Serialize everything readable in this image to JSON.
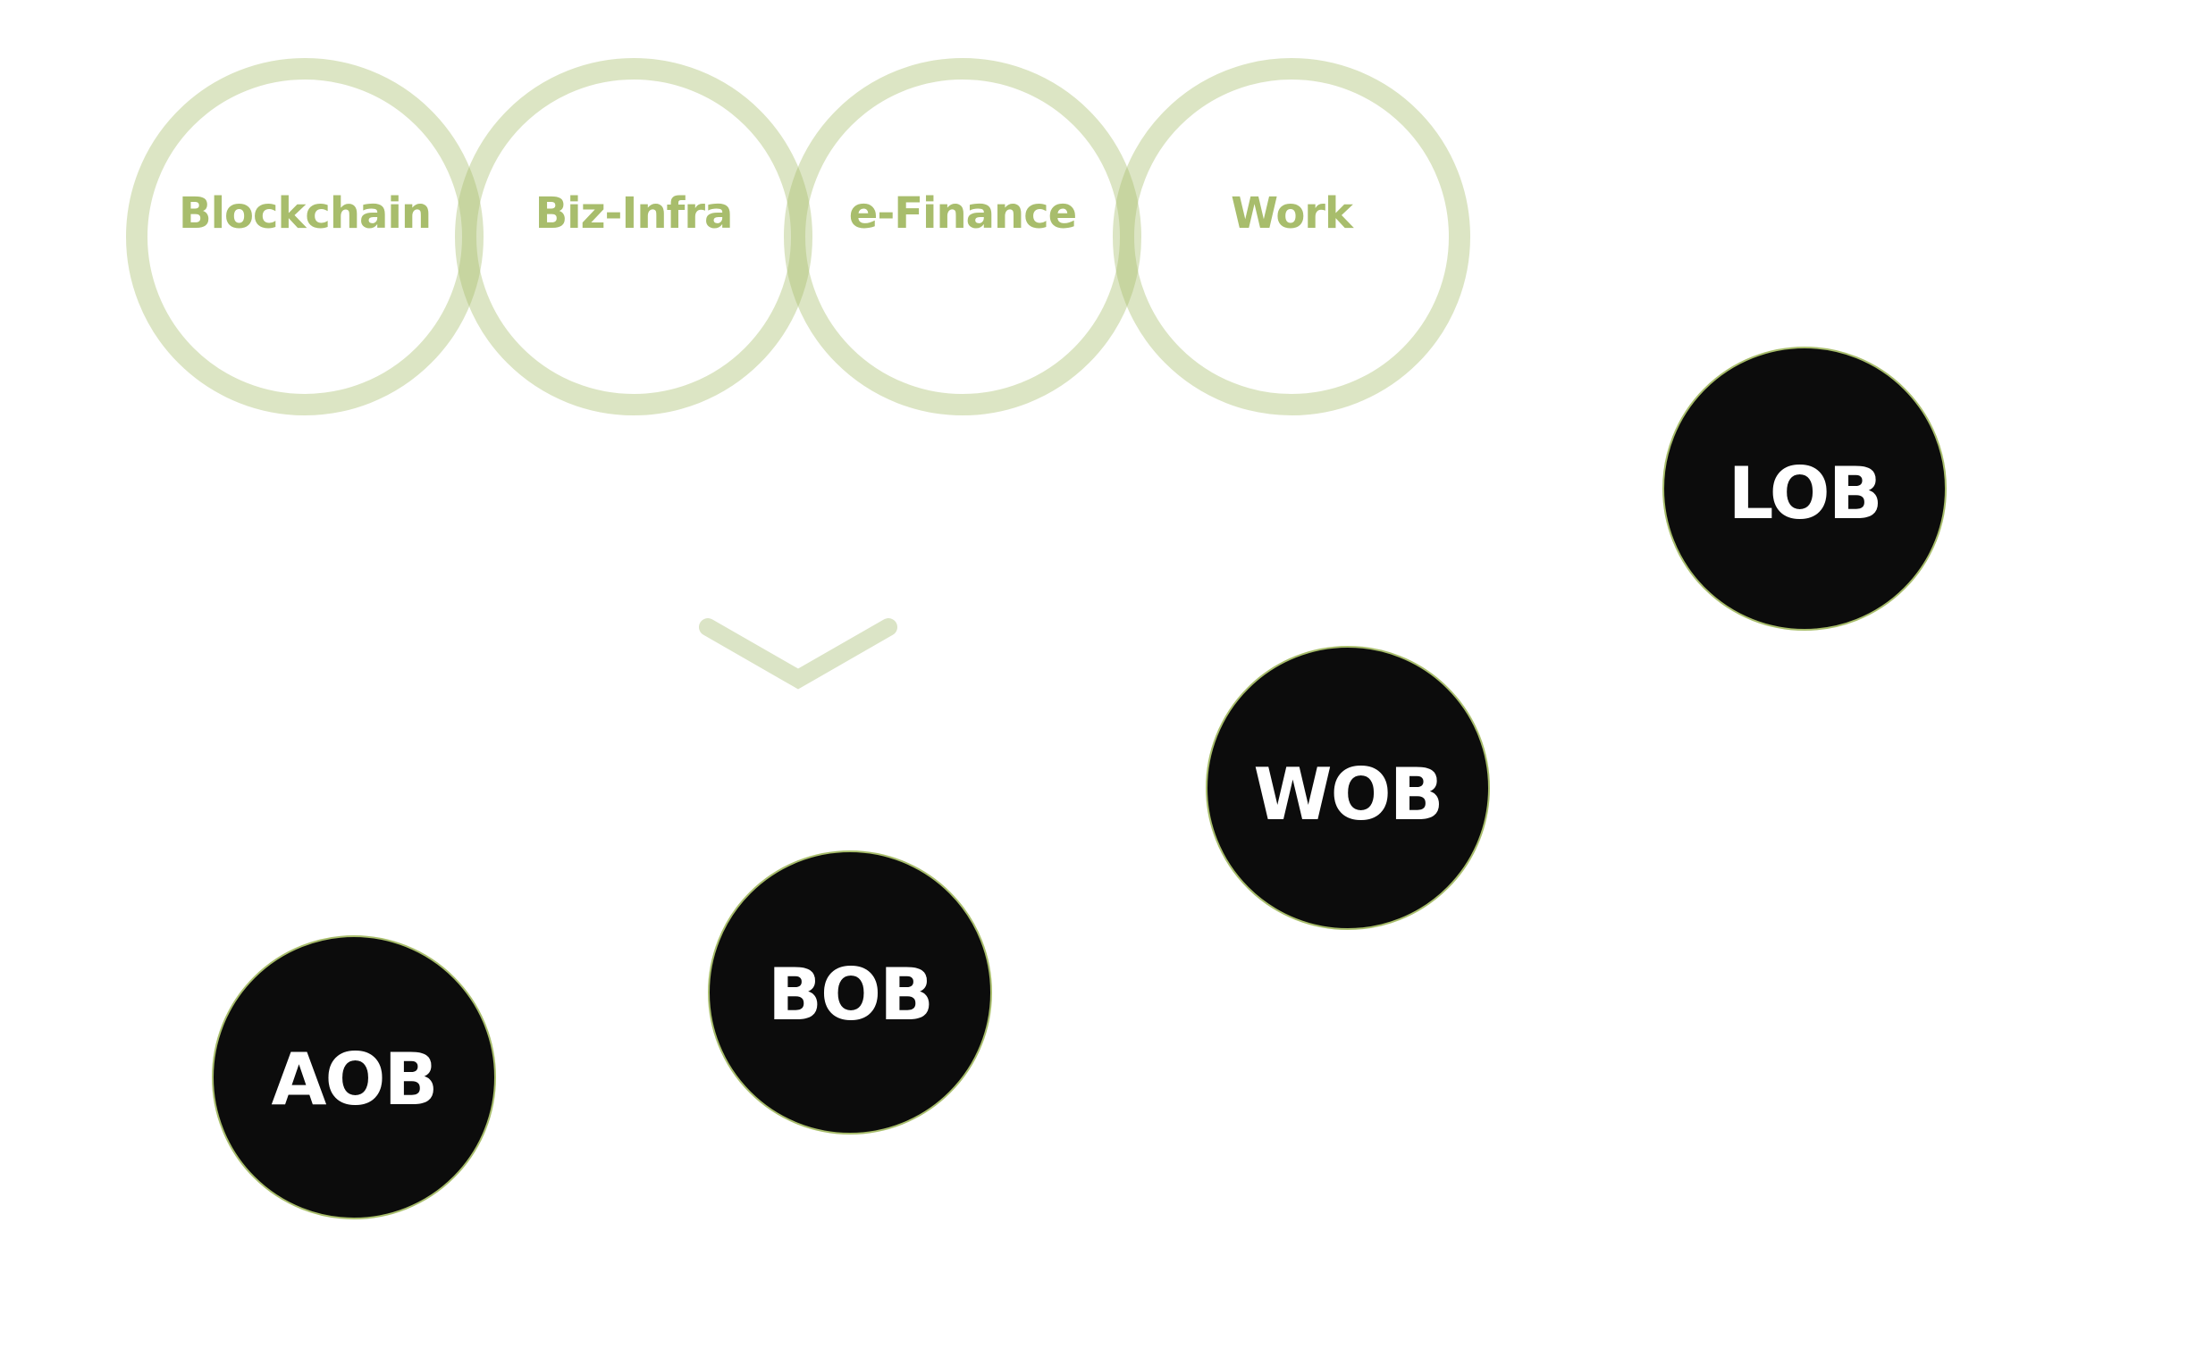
{
  "categories": [
    {
      "label": "Blockchain"
    },
    {
      "label": "Biz-Infra"
    },
    {
      "label": "e-Finance"
    },
    {
      "label": "Work"
    }
  ],
  "transition_icon": "chevron-down-icon",
  "nodes": [
    {
      "label": "AOB"
    },
    {
      "label": "BOB"
    },
    {
      "label": "WOB"
    },
    {
      "label": "LOB"
    }
  ],
  "colors": {
    "ring": "#dbe4c6",
    "ring_label": "#a8bd6c",
    "node_fill": "#0c0c0c",
    "node_label": "#ffffff"
  }
}
